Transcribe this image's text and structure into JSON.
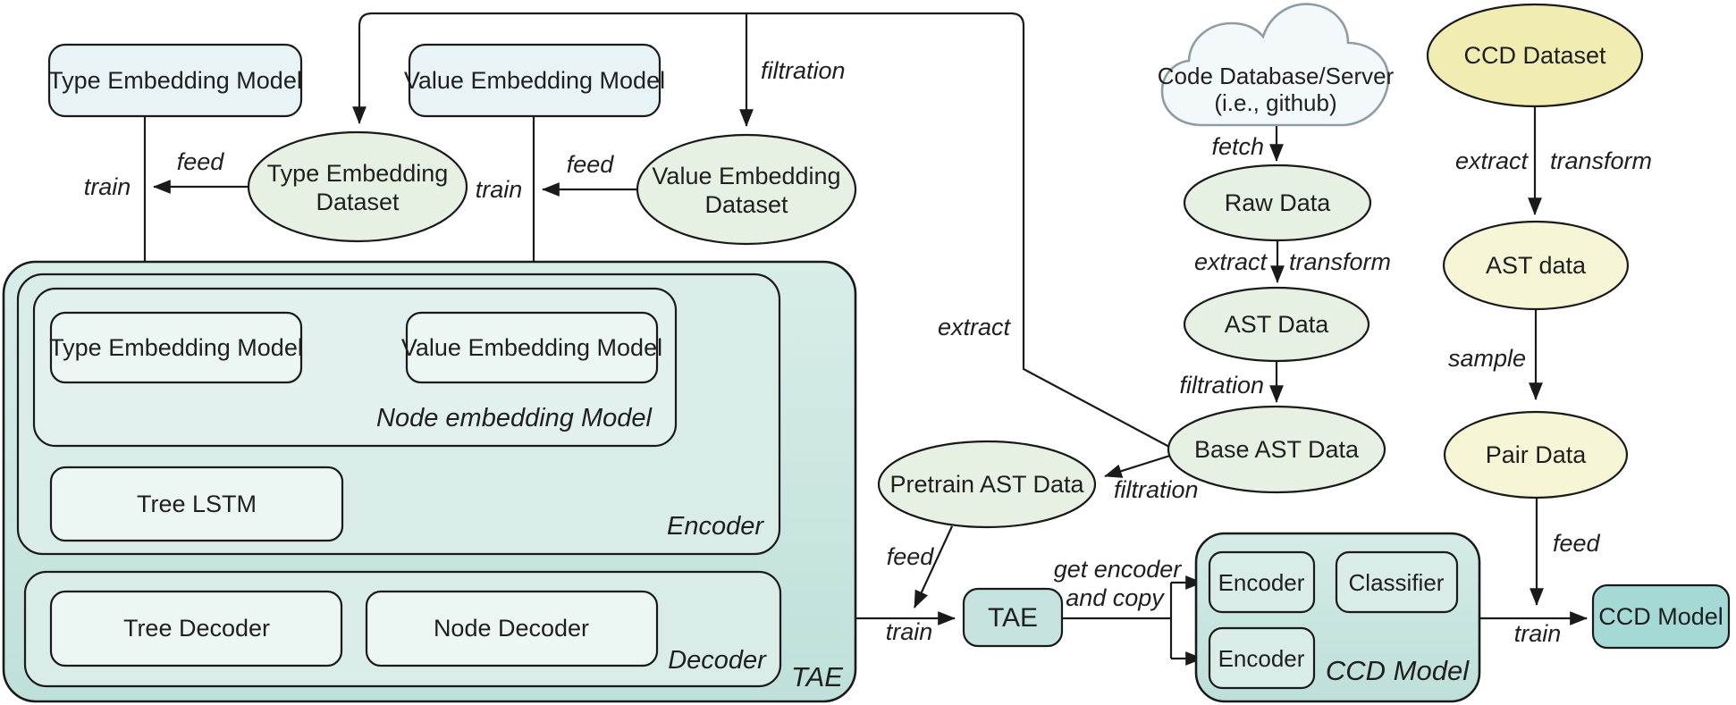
{
  "nodes": {
    "type_top": "Type Embedding Model",
    "value_top": "Value Embedding Model",
    "type_ds1": "Type Embedding",
    "type_ds2": "Dataset",
    "value_ds1": "Value Embedding",
    "value_ds2": "Dataset",
    "cloud1": "Code Database/Server",
    "cloud2": "(i.e., github)",
    "raw_data": "Raw Data",
    "ast_mid": "AST Data",
    "base_ast": "Base AST Data",
    "pretrain": "Pretrain AST Data",
    "ccd_dataset": "CCD Dataset",
    "ast_right": "AST data",
    "pair_data": "Pair Data",
    "tae_small": "TAE",
    "ccd_small": "CCD Model",
    "type_inner": "Type Embedding Model",
    "value_inner": "Value Embedding Model",
    "tree_lstm": "Tree LSTM",
    "tree_decoder": "Tree Decoder",
    "node_decoder": "Node Decoder",
    "ccd_encoder_top": "Encoder",
    "ccd_classifier": "Classifier",
    "ccd_encoder_bottom": "Encoder"
  },
  "containers": {
    "node_embedding": "Node embedding Model",
    "encoder": "Encoder",
    "decoder": "Decoder",
    "tae": "TAE",
    "ccd_model": "CCD Model"
  },
  "edges": {
    "train_type": "train",
    "feed_type": "feed",
    "train_value": "train",
    "feed_value": "feed",
    "filtration_top": "filtration",
    "extract_left": "extract",
    "fetch": "fetch",
    "extract_mid": "extract",
    "transform_mid": "transform",
    "filtration_mid": "filtration",
    "filtration_pretrain": "filtration",
    "feed_pretrain": "feed",
    "train_tae": "train",
    "get_encoder_line1": "get encoder",
    "get_encoder_line2": "and copy",
    "extract_right": "extract",
    "transform_right": "transform",
    "sample": "sample",
    "feed_pair": "feed",
    "train_ccd": "train"
  },
  "colors": {
    "box_blue": "#e7f3f5",
    "ellipse_green": "#e7f1e3",
    "tae_gradient_top": "#d8ede8",
    "tae_gradient_bottom": "#bfe0da",
    "sub_container": "#d9ece8",
    "node_embed_fill": "#e3f1ee",
    "leaf_box": "#ecf7f4",
    "tae_small_fill": "#c6e3e0",
    "ccd_small_fill": "#a5d9d5",
    "yellow_ellipse": "#f1ecb2",
    "pale_yellow_ellipse": "#f6f5d6",
    "cloud_fill": "#f3f9fb",
    "line_stroke": "#1a1a1a",
    "cloud_stroke": "#8e9ca3"
  }
}
